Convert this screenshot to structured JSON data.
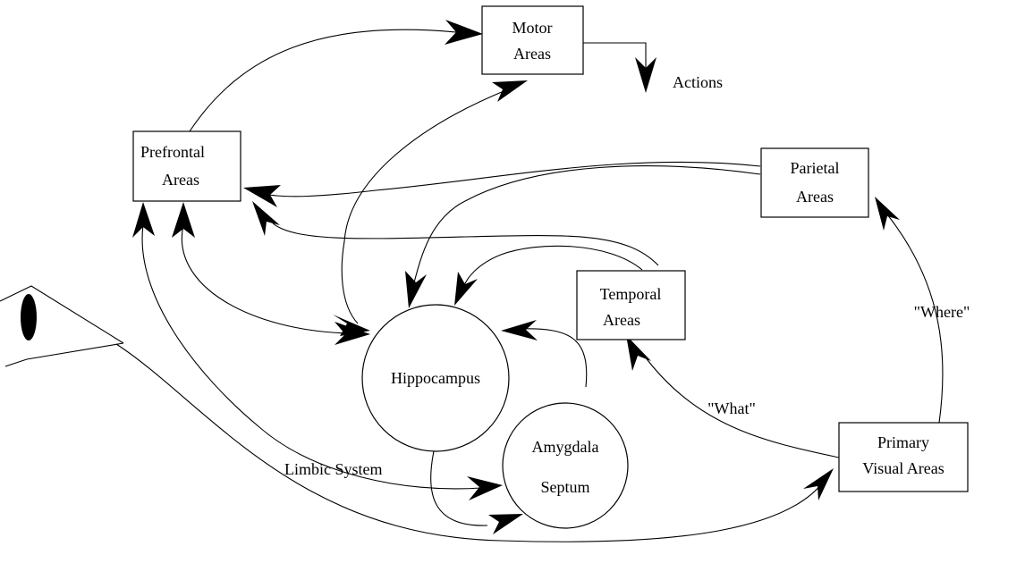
{
  "nodes": {
    "motor": {
      "line1": "Motor",
      "line2": "Areas"
    },
    "prefrontal": {
      "line1": "Prefrontal",
      "line2": "Areas"
    },
    "parietal": {
      "line1": "Parietal",
      "line2": "Areas"
    },
    "temporal": {
      "line1": "Temporal",
      "line2": "Areas"
    },
    "primary_visual": {
      "line1": "Primary",
      "line2": "Visual Areas"
    },
    "hippocampus": {
      "label": "Hippocampus"
    },
    "amygdala_septum": {
      "line1": "Amygdala",
      "line2": "Septum"
    }
  },
  "labels": {
    "actions": "Actions",
    "what": "\"What\"",
    "where": "\"Where\"",
    "limbic_system": "Limbic System"
  },
  "colors": {
    "stroke": "#000000",
    "background": "#ffffff"
  }
}
